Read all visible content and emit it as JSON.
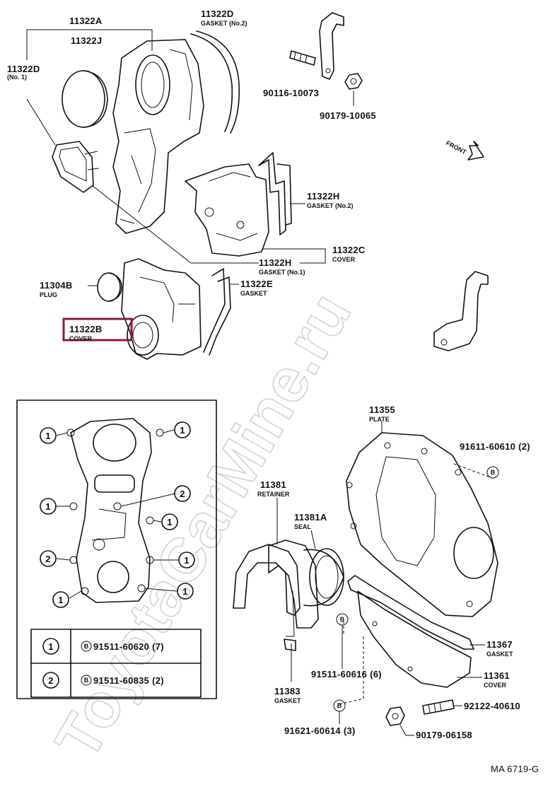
{
  "watermark": "ToyotaCarMine.ru",
  "figure_code": "MA 6719-G",
  "front_label": "FRONT",
  "highlight_color": "#8b1a3a",
  "callouts": [
    {
      "id": "c-11322a",
      "pn": "11322A",
      "sub": ""
    },
    {
      "id": "c-11322j",
      "pn": "11322J",
      "sub": ""
    },
    {
      "id": "c-11322d-1",
      "pn": "11322D",
      "sub": "(No. 1)"
    },
    {
      "id": "c-11322d-2",
      "pn": "11322D",
      "sub": "GASKET (No.2)"
    },
    {
      "id": "c-90116",
      "pn": "90116-10073",
      "sub": ""
    },
    {
      "id": "c-90179-10065",
      "pn": "90179-10065",
      "sub": ""
    },
    {
      "id": "c-11322h-2",
      "pn": "11322H",
      "sub": "GASKET (No.2)"
    },
    {
      "id": "c-11322c",
      "pn": "11322C",
      "sub": "COVER"
    },
    {
      "id": "c-11322h-1",
      "pn": "11322H",
      "sub": "GASKET (No.1)"
    },
    {
      "id": "c-11304b",
      "pn": "11304B",
      "sub": "PLUG"
    },
    {
      "id": "c-11322e",
      "pn": "11322E",
      "sub": "GASKET"
    },
    {
      "id": "c-11322b",
      "pn": "11322B",
      "sub": "COVER"
    },
    {
      "id": "c-11355",
      "pn": "11355",
      "sub": "PLATE"
    },
    {
      "id": "c-91611",
      "pn": "91611-60610 (2)",
      "sub": ""
    },
    {
      "id": "c-11381",
      "pn": "11381",
      "sub": "RETAINER"
    },
    {
      "id": "c-11381a",
      "pn": "11381A",
      "sub": "SEAL"
    },
    {
      "id": "c-11367",
      "pn": "11367",
      "sub": "GASKET"
    },
    {
      "id": "c-91511-60616",
      "pn": "91511-60616 (6)",
      "sub": ""
    },
    {
      "id": "c-11361",
      "pn": "11361",
      "sub": "COVER"
    },
    {
      "id": "c-11383",
      "pn": "11383",
      "sub": "GASKET"
    },
    {
      "id": "c-92122",
      "pn": "92122-40610",
      "sub": ""
    },
    {
      "id": "c-91621",
      "pn": "91621-60614 (3)",
      "sub": ""
    },
    {
      "id": "c-90179-06158",
      "pn": "90179-06158",
      "sub": ""
    }
  ],
  "bolt_marker": "B",
  "bolt_legend": [
    {
      "num": "1",
      "bolt": "B",
      "pn": "91511-60620 (7)"
    },
    {
      "num": "2",
      "bolt": "B",
      "pn": "91511-60835 (2)"
    }
  ],
  "bolt_map_markers": [
    "1",
    "1",
    "1",
    "2",
    "1",
    "1",
    "2",
    "1",
    "1",
    "1"
  ]
}
